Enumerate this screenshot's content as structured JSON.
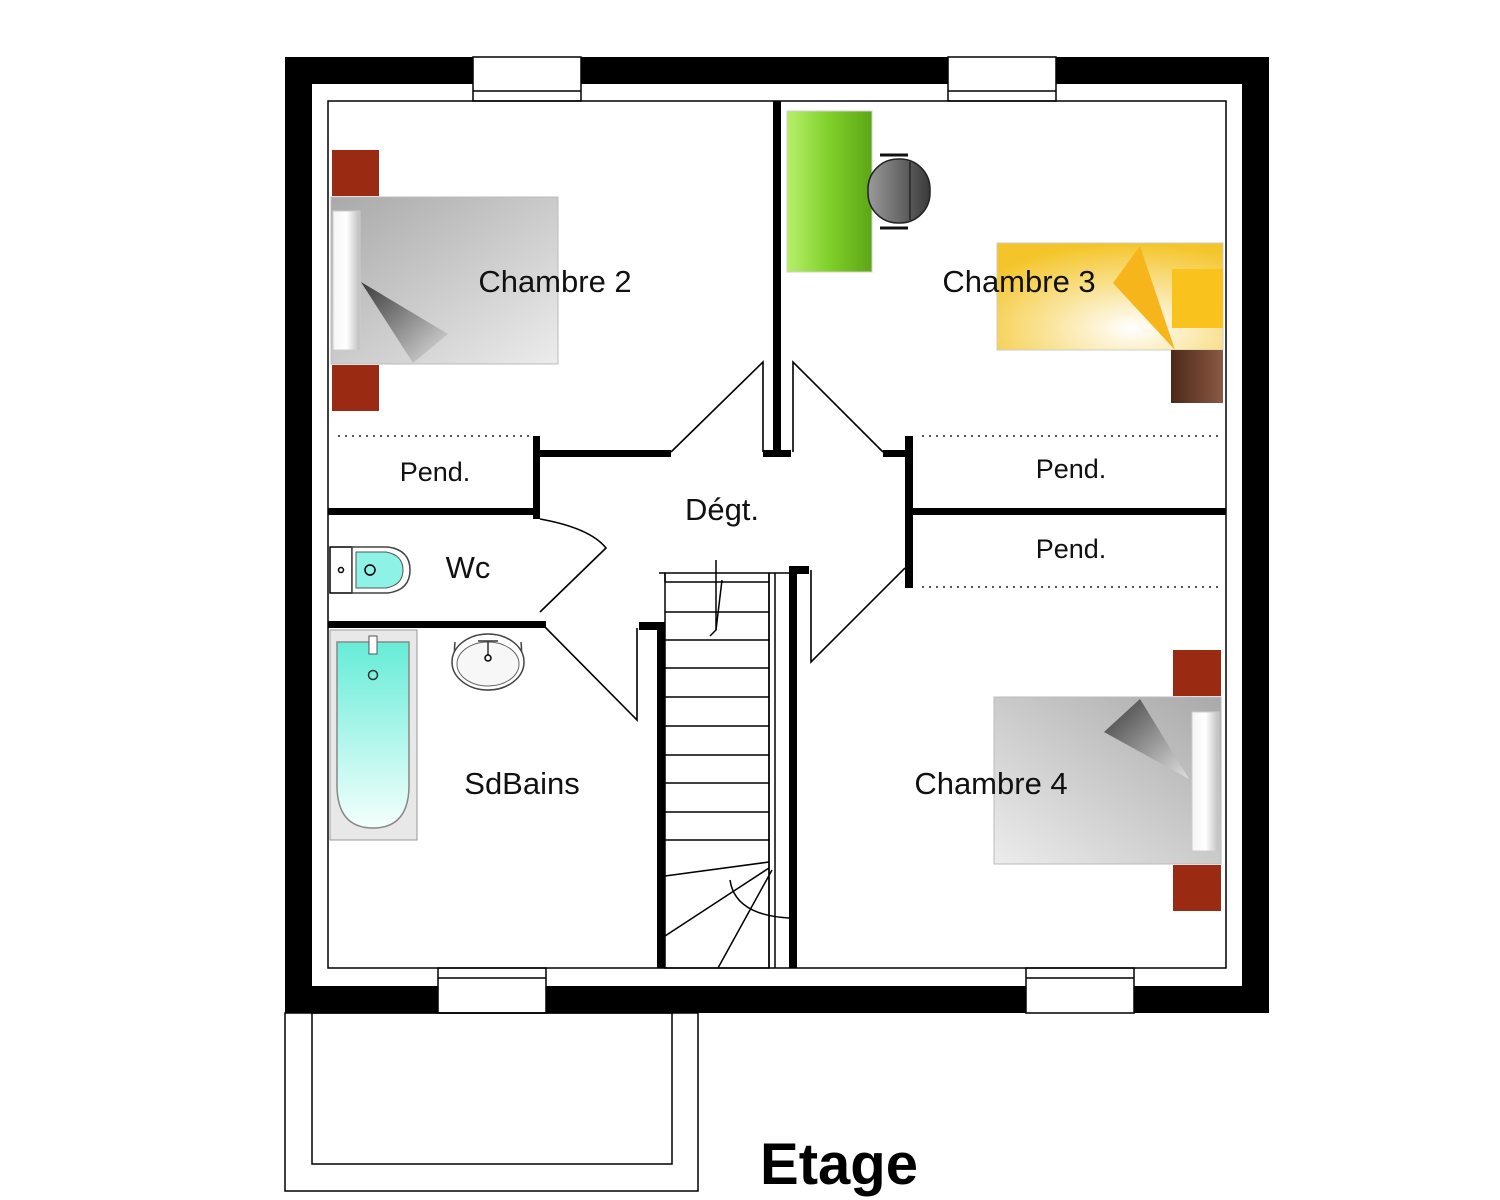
{
  "rooms": {
    "chambre2": "Chambre 2",
    "chambre3": "Chambre 3",
    "chambre4": "Chambre 4",
    "degagement": "Dégt.",
    "wc": "Wc",
    "sdbains": "SdBains",
    "pend_left": "Pend.",
    "pend_right_top": "Pend.",
    "pend_right_bottom": "Pend."
  },
  "floor_title": "Etage",
  "colors": {
    "wall": "#000000",
    "nightstand_red": "#9b2a12",
    "desk_green": "#8ed43a",
    "bed_yellow": "#f7c21a",
    "nightstand_brown": "#6b3a2a",
    "bath_cyan": "#7ff0e0",
    "bed_gray": "#c8c8c8"
  }
}
